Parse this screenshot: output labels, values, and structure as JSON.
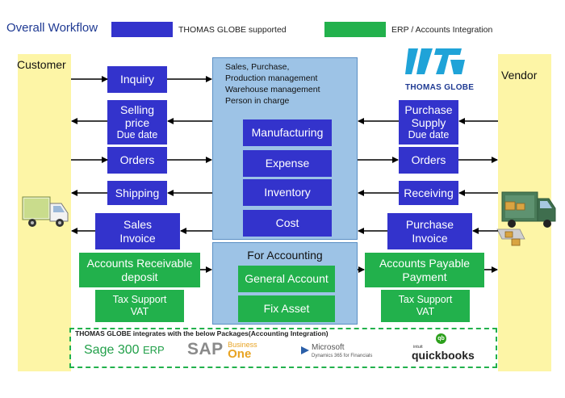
{
  "title": "Overall Workflow",
  "legend": {
    "supported": "THOMAS GLOBE supported",
    "erp": "ERP / Accounts Integration"
  },
  "colors": {
    "supported": "#3333cc",
    "erp": "#22b14c",
    "center": "#9dc3e6",
    "party": "#fdf5a6"
  },
  "customer": "Customer",
  "vendor": "Vendor",
  "logo": {
    "text": "THOMAS GLOBE"
  },
  "center": {
    "notes": [
      "Sales, Purchase,",
      "Production management",
      "Warehouse management",
      "Person in charge"
    ],
    "items": [
      "Manufacturing",
      "Expense",
      "Inventory",
      "Cost"
    ],
    "accounting_title": "For Accounting",
    "accounting_items": [
      "General Account",
      "Fix Asset"
    ]
  },
  "left": {
    "inquiry": "Inquiry",
    "selling": [
      "Selling",
      "price",
      "Due date"
    ],
    "orders": "Orders",
    "shipping": "Shipping",
    "sales_invoice": [
      "Sales",
      "Invoice"
    ],
    "ar": [
      "Accounts Receivable",
      "deposit"
    ],
    "tax": [
      "Tax Support",
      "VAT"
    ]
  },
  "right": {
    "purchase": [
      "Purchase",
      "Supply",
      "Due date"
    ],
    "orders": "Orders",
    "receiving": "Receiving",
    "purchase_invoice": [
      "Purchase",
      "Invoice"
    ],
    "ap": [
      "Accounts Payable",
      "Payment"
    ],
    "tax": [
      "Tax Support",
      "VAT"
    ]
  },
  "integration": {
    "caption": "THOMAS GLOBE integrates with the below Packages(Accounting Integration)",
    "sage": {
      "name": "Sage 300",
      "suffix": "ERP"
    },
    "sap": {
      "name": "SAP",
      "line1": "Business",
      "line2": "One"
    },
    "microsoft": {
      "name": "Microsoft",
      "sub": "Dynamics 365 for Financials"
    },
    "quickbooks": {
      "pre": "intuit",
      "name": "quickbooks",
      "badge": "qb"
    }
  }
}
